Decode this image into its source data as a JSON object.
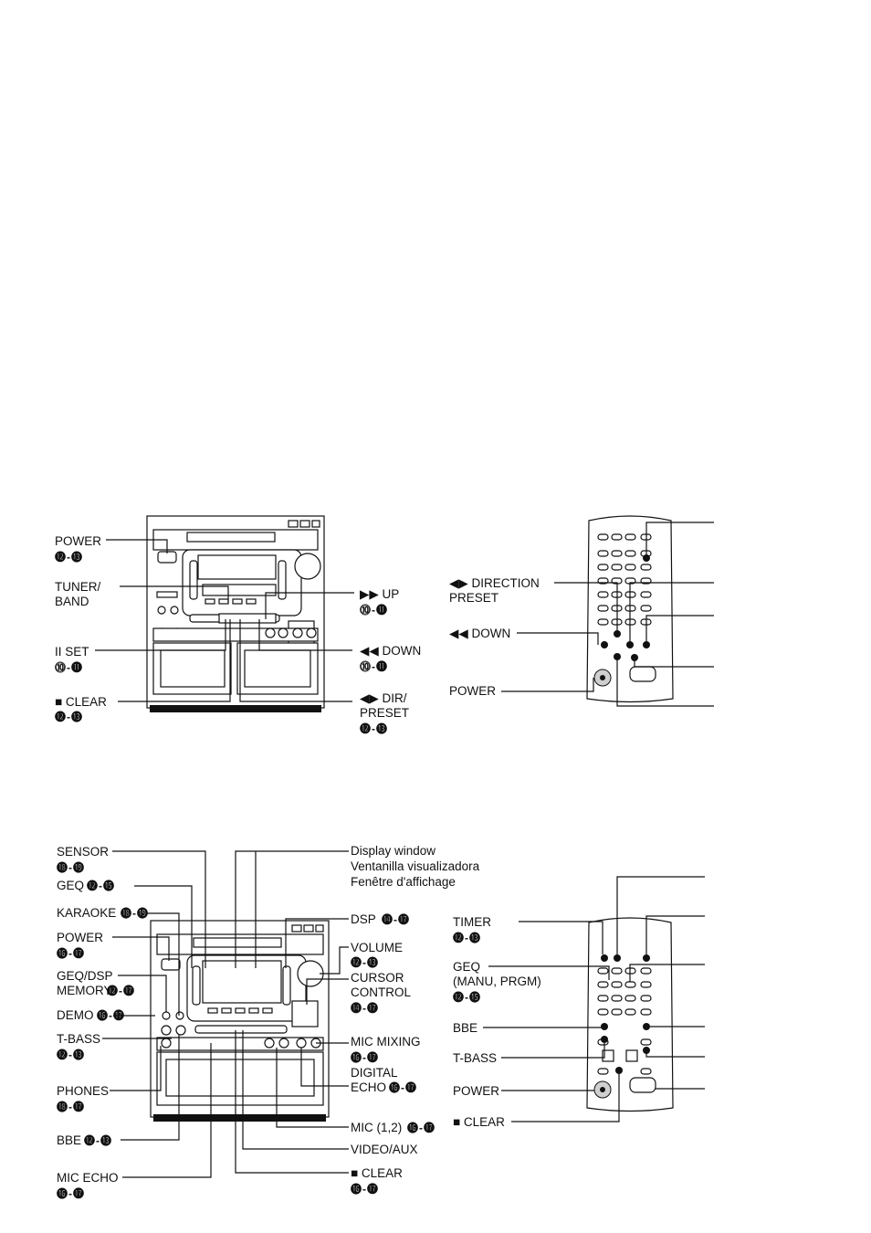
{
  "top": {
    "main_unit": {
      "power": {
        "label": "POWER",
        "ref": "⓬-⓭"
      },
      "tuner_band": {
        "line1": "TUNER/",
        "line2": "BAND"
      },
      "set": {
        "label": "II SET",
        "ref": "⓾-⓫"
      },
      "clear": {
        "label": "■ CLEAR",
        "ref": "⓬-⓭"
      },
      "up": {
        "label": "▶▶ UP",
        "ref": "⓾-⓫"
      },
      "down": {
        "label": "◀◀ DOWN",
        "ref": "⓾-⓫"
      },
      "dir_preset": {
        "line1": "◀▶ DIR/",
        "line2": "PRESET",
        "ref": "⓬-⓭"
      }
    },
    "remote": {
      "direction_preset": {
        "line1": "◀▶ DIRECTION",
        "line2": "PRESET"
      },
      "down": {
        "label": "◀◀ DOWN"
      },
      "power": {
        "label": "POWER"
      }
    }
  },
  "bottom": {
    "main_unit": {
      "sensor": {
        "label": "SENSOR",
        "ref": "⓲-⓳"
      },
      "geq": {
        "label": "GEQ",
        "ref": "⓬-⓯"
      },
      "karaoke": {
        "label": "KARAOKE",
        "ref": "⓲-⓳"
      },
      "power": {
        "label": "POWER",
        "ref": "⓰-⓱"
      },
      "geq_dsp": {
        "line1": "GEQ/DSP",
        "line2": "MEMORY",
        "ref": "⓬-⓱"
      },
      "demo": {
        "label": "DEMO",
        "ref": "⓰-⓱"
      },
      "t_bass": {
        "label": "T-BASS",
        "ref": "⓬-⓭"
      },
      "phones": {
        "label": "PHONES",
        "ref": "⓲-⓱"
      },
      "bbe": {
        "label": "BBE",
        "ref": "⓬-⓭"
      },
      "mic_echo": {
        "label": "MIC ECHO",
        "ref": "⓰-⓱"
      },
      "display": {
        "line1": "Display window",
        "line2": "Ventanilla visualizadora",
        "line3": "Fenêtre d'affichage"
      },
      "dsp": {
        "label": "DSP",
        "ref": "⓮-⓱"
      },
      "volume": {
        "label": "VOLUME",
        "ref": "⓬-⓭"
      },
      "cursor": {
        "line1": "CURSOR",
        "line2": "CONTROL",
        "ref": "⓮-⓱"
      },
      "mic_mixing": {
        "label": "MIC MIXING",
        "ref": "⓰-⓱"
      },
      "digital_echo": {
        "line1": "DIGITAL",
        "line2": "ECHO",
        "ref": "⓰-⓱"
      },
      "mic": {
        "label": "MIC (1,2)",
        "ref": "⓰-⓱"
      },
      "video_aux": {
        "label": "VIDEO/AUX"
      },
      "clear": {
        "label": "■ CLEAR",
        "ref": "⓰-⓱"
      }
    },
    "remote": {
      "timer": {
        "label": "TIMER",
        "ref": "⓬-⓭"
      },
      "geq": {
        "line1": "GEQ",
        "line2": "(MANU, PRGM)",
        "ref": "⓬-⓯"
      },
      "bbe": {
        "label": "BBE"
      },
      "t_bass": {
        "label": "T-BASS"
      },
      "power": {
        "label": "POWER"
      },
      "clear": {
        "label": "■ CLEAR"
      }
    }
  }
}
